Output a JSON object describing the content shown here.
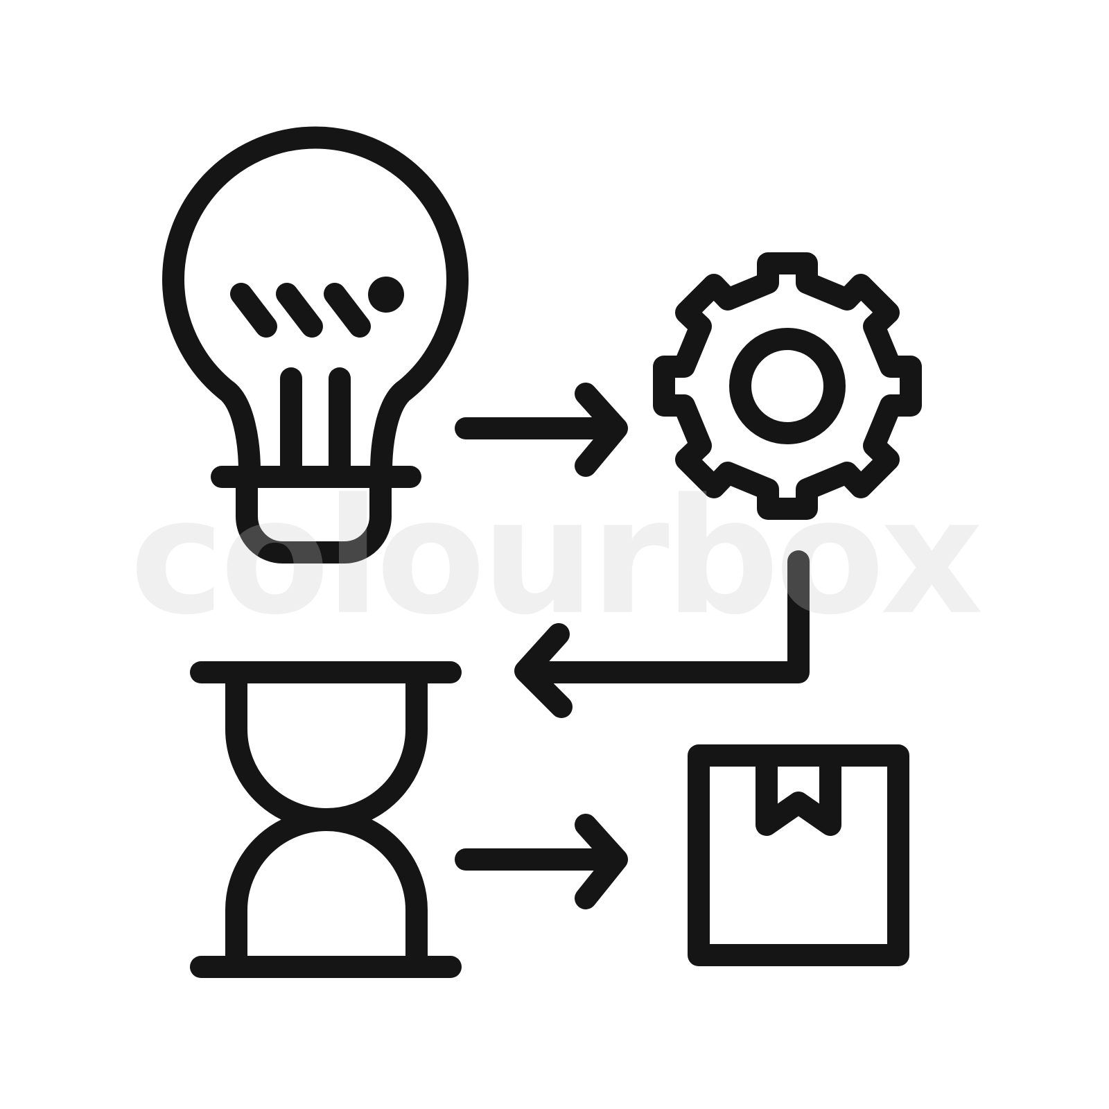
{
  "diagram": {
    "nodes": [
      {
        "id": "idea",
        "icon": "lightbulb-icon"
      },
      {
        "id": "process",
        "icon": "gear-icon"
      },
      {
        "id": "time",
        "icon": "hourglass-icon"
      },
      {
        "id": "product",
        "icon": "box-icon"
      }
    ],
    "connections": [
      {
        "from": "idea",
        "to": "process",
        "icon": "arrow-right-icon"
      },
      {
        "from": "process",
        "to": "time",
        "icon": "arrow-left-elbow-icon"
      },
      {
        "from": "time",
        "to": "product",
        "icon": "arrow-right-icon"
      }
    ],
    "stroke_color": "#151515",
    "background_color": "#ffffff"
  },
  "watermark": {
    "text": "colourbox"
  }
}
